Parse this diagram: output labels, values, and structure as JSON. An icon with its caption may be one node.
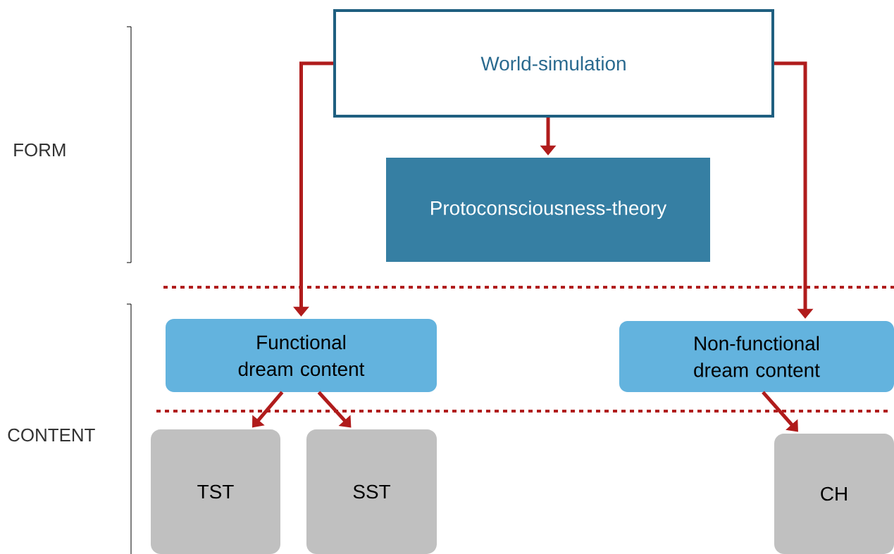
{
  "diagram": {
    "nodes": [
      {
        "text": [
          "World-simulation"
        ]
      },
      {
        "text": [
          "Protoconsciousness-theory"
        ]
      },
      {
        "text": [
          "Functional dream content"
        ]
      },
      {
        "text": [
          "Non-functional dream content"
        ]
      },
      {
        "text": [
          "TST"
        ]
      },
      {
        "text": [
          "SST"
        ]
      },
      {
        "text": [
          "CH"
        ]
      }
    ],
    "edges": [
      {
        "from": 0,
        "to": 1,
        "arrow": "to"
      },
      {
        "from": 0,
        "to": 2,
        "arrow": "to"
      },
      {
        "from": 0,
        "to": 3,
        "arrow": "to"
      },
      {
        "from": 2,
        "to": 4,
        "arrow": "to"
      },
      {
        "from": 2,
        "to": 5,
        "arrow": "to"
      },
      {
        "from": 3,
        "to": 6,
        "arrow": "to"
      }
    ],
    "labels": [
      "FORM",
      "CONTENT"
    ]
  }
}
